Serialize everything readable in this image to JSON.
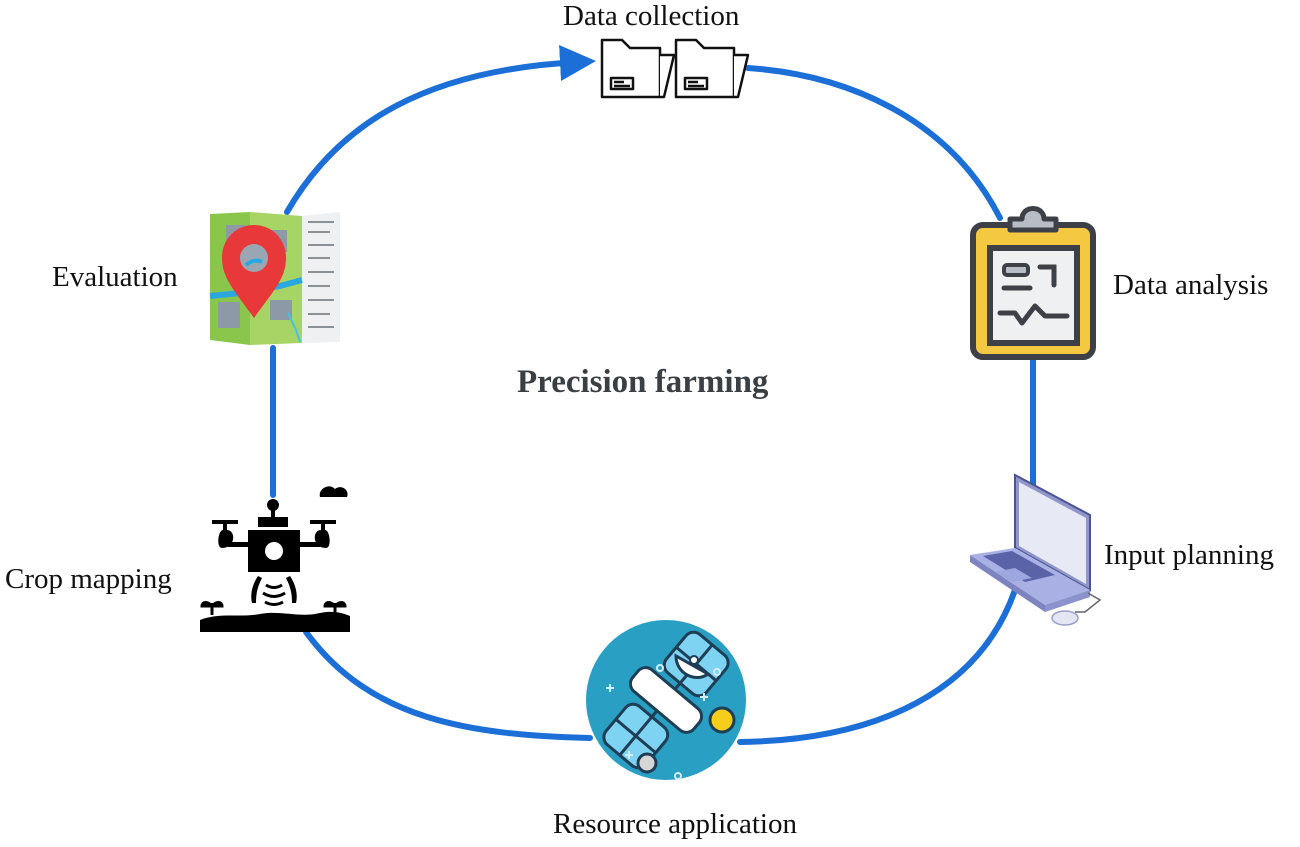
{
  "diagram": {
    "title": "Precision farming",
    "cycle_color": "#1c6fd6",
    "flow_direction": "clockwise",
    "stages": [
      {
        "id": "data-collection",
        "label": "Data collection",
        "icon": "folders-icon"
      },
      {
        "id": "data-analysis",
        "label": "Data analysis",
        "icon": "clipboard-chart-icon"
      },
      {
        "id": "input-planning",
        "label": "Input planning",
        "icon": "laptop-icon"
      },
      {
        "id": "resource-application",
        "label": "Resource application",
        "icon": "satellite-icon"
      },
      {
        "id": "crop-mapping",
        "label": "Crop mapping",
        "icon": "drone-icon"
      },
      {
        "id": "evaluation",
        "label": "Evaluation",
        "icon": "map-pin-icon"
      }
    ]
  }
}
